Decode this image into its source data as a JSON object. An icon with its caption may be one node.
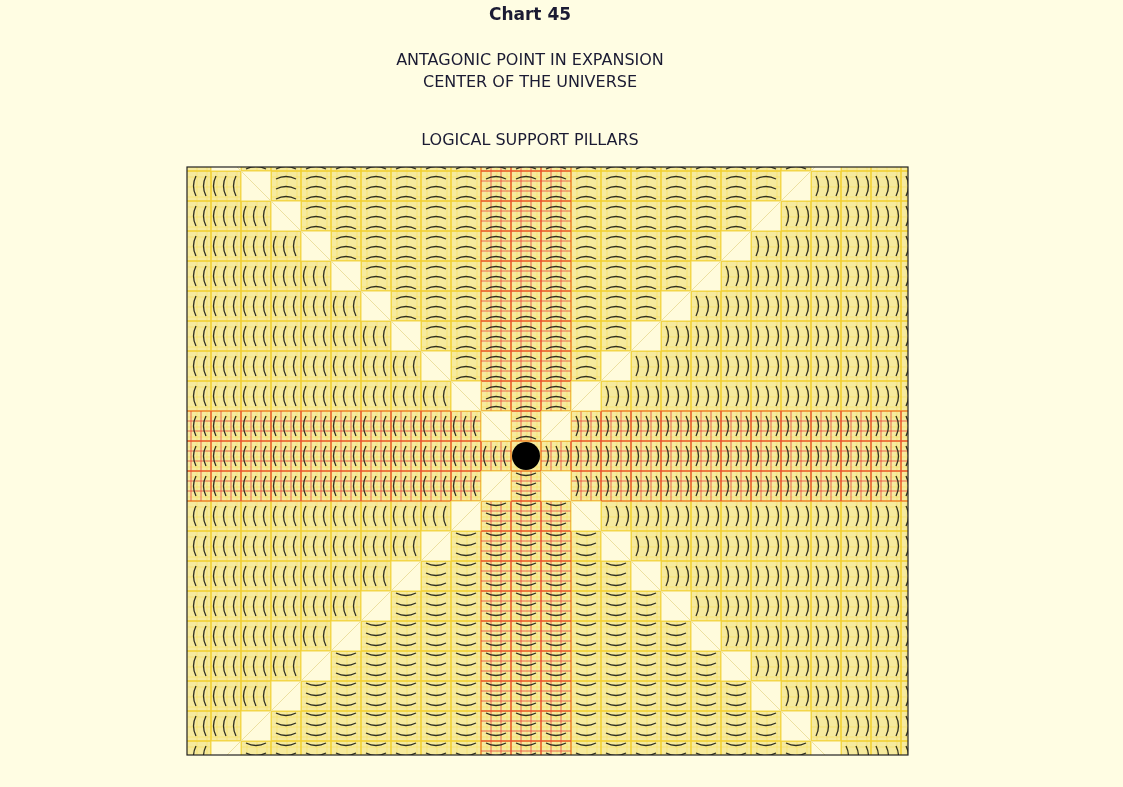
{
  "diagram": {
    "title": "Chart 45",
    "labels": [
      "ANTAGONIC POINT IN EXPANSION",
      "CENTER OF THE UNIVERSE",
      "LOGICAL SUPPORT PILLARS"
    ]
  }
}
